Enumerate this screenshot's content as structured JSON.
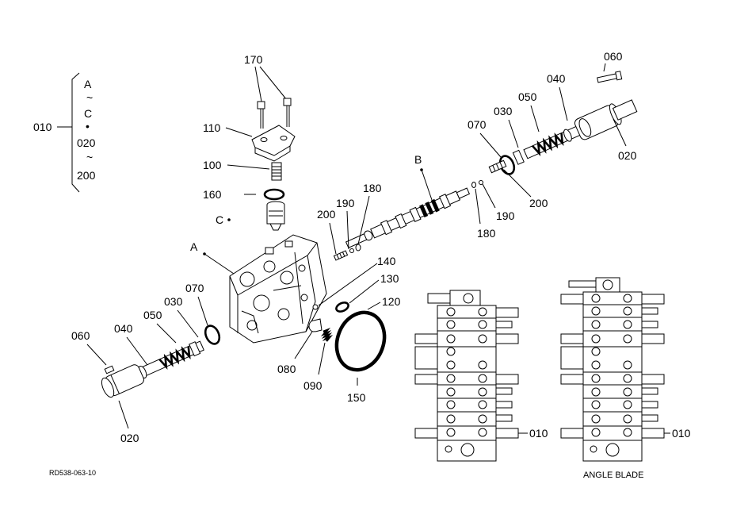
{
  "legend": {
    "ref": "010",
    "line1": "A",
    "tilde1": "~",
    "line2": "C",
    "dot": "•",
    "line3": "020",
    "tilde2": "~",
    "line4": "200"
  },
  "callouts": {
    "p170": "170",
    "p110": "110",
    "p100": "100",
    "p160": "160",
    "c_marker": "C",
    "a_marker": "A",
    "b_marker": "B",
    "p200_left": "200",
    "p190_left": "190",
    "p180_left": "180",
    "p140": "140",
    "p130": "130",
    "p120": "120",
    "p070_left": "070",
    "p030_left": "030",
    "p050_left": "050",
    "p040_left": "040",
    "p060_left": "060",
    "p020_left": "020",
    "p080": "080",
    "p090": "090",
    "p150": "150",
    "p060_right": "060",
    "p040_right": "040",
    "p050_right": "050",
    "p030_right": "030",
    "p070_right": "070",
    "p020_right": "020",
    "p200_right": "200",
    "p190_right": "190",
    "p180_right": "180",
    "p010_block1": "010",
    "p010_block2": "010"
  },
  "captions": {
    "drawing_code": "RD538-063-10",
    "block2_caption": "ANGLE BLADE"
  }
}
